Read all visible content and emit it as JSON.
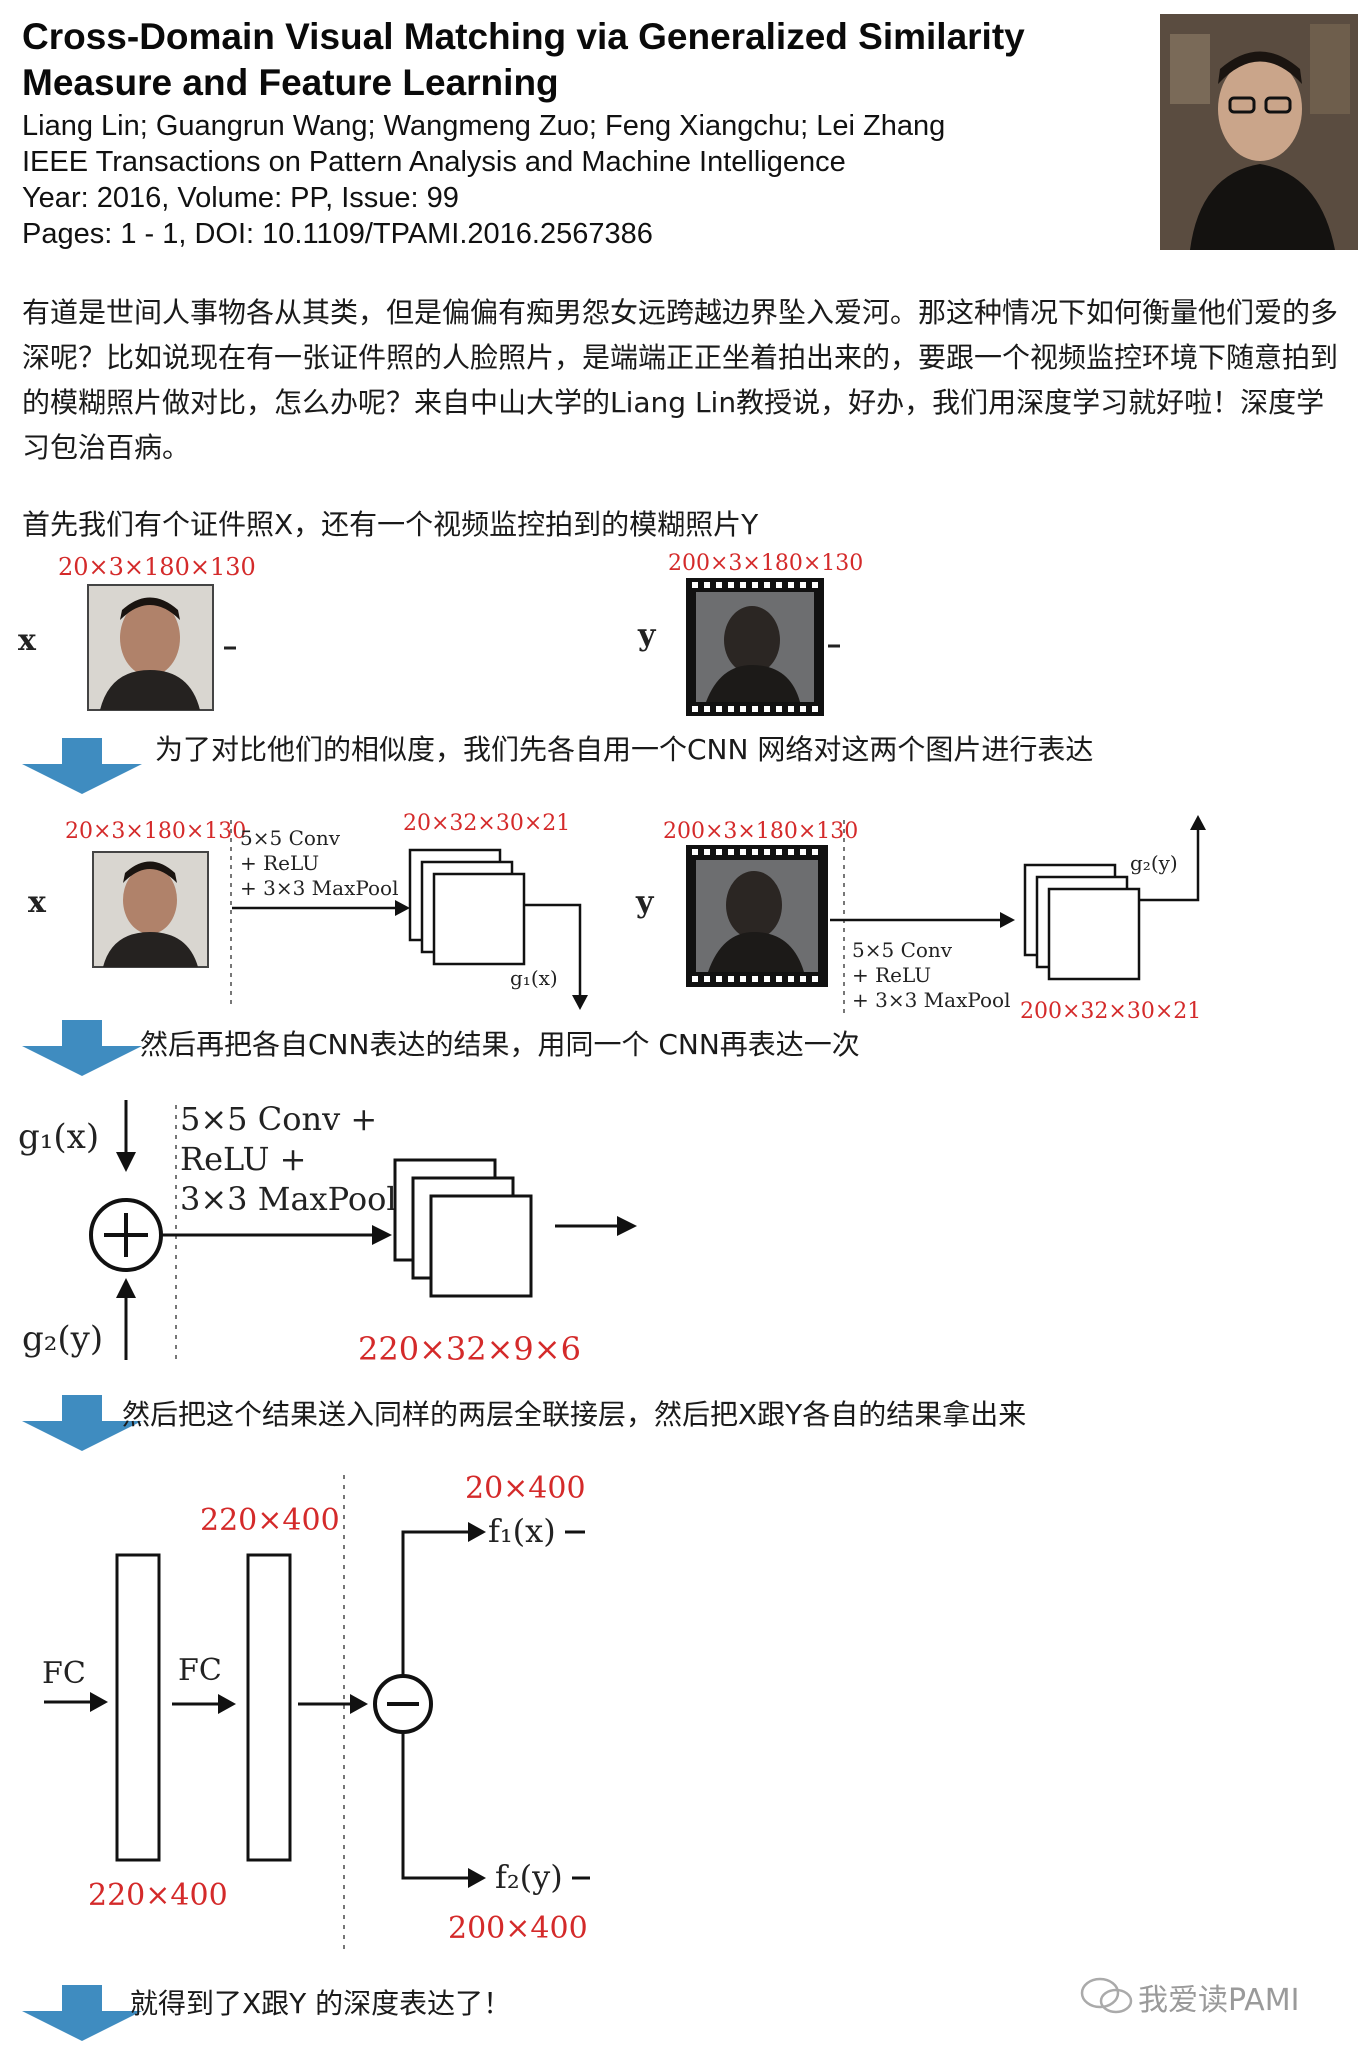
{
  "paper": {
    "title": "Cross-Domain Visual Matching via Generalized Similarity Measure and Feature Learning",
    "authors": "Liang Lin; Guangrun Wang; Wangmeng Zuo; Feng Xiangchu; Lei Zhang",
    "journal": "IEEE Transactions on Pattern Analysis and Machine Intelligence",
    "year_line": "Year: 2016, Volume: PP, Issue: 99",
    "pages_line": "Pages: 1 - 1, DOI: 10.1109/TPAMI.2016.2567386"
  },
  "intro": "有道是世间人事物各从其类，但是偏偏有痴男怨女远跨越边界坠入爱河。那这种情况下如何衡量他们爱的多深呢？比如说现在有一张证件照的人脸照片，是端端正正坐着拍出来的，要跟一个视频监控环境下随意拍到的模糊照片做对比，怎么办呢？来自中山大学的Liang Lin教授说，好办，我们用深度学习就好啦！深度学习包治百病。",
  "steps": {
    "s0": "首先我们有个证件照X，还有一个视频监控拍到的模糊照片Y",
    "s1": "为了对比他们的相似度，我们先各自用一个CNN 网络对这两个图片进行表达",
    "s2": "然后再把各自CNN表达的结果，用同一个 CNN再表达一次",
    "s3": "然后把这个结果送入同样的两层全联接层，然后把X跟Y各自的结果拿出来",
    "s4": "就得到了X跟Y 的深度表达了！"
  },
  "fig1": {
    "x_dim": "20×3×180×130",
    "y_dim": "200×3×180×130",
    "x_label": "x",
    "y_label": "y"
  },
  "fig2": {
    "x_dim": "20×3×180×130",
    "y_dim": "200×3×180×130",
    "conv_line1": "5×5 Conv",
    "conv_line2": "+ ReLU",
    "conv_line3": "+ 3×3 MaxPool",
    "x_out_dim": "20×32×30×21",
    "y_out_dim": "200×32×30×21",
    "g1": "g₁(x)",
    "g2": "g₂(y)",
    "x_label": "x",
    "y_label": "y"
  },
  "fig3": {
    "g1": "g₁(x)",
    "g2": "g₂(y)",
    "conv_line1": "5×5 Conv +",
    "conv_line2": "ReLU +",
    "conv_line3": "3×3 MaxPool",
    "out_dim": "220×32×9×6"
  },
  "fig4": {
    "fc1": "FC",
    "fc2": "FC",
    "dim_top": "220×400",
    "dim_bottom": "220×400",
    "f1_dim": "20×400",
    "f2_dim": "200×400",
    "f1": "f₁(x)",
    "f2": "f₂(y)"
  },
  "watermark": "我爱读PAMI",
  "colors": {
    "arrow_blue": "#3f8cc0",
    "dim_red": "#d42a2a"
  }
}
